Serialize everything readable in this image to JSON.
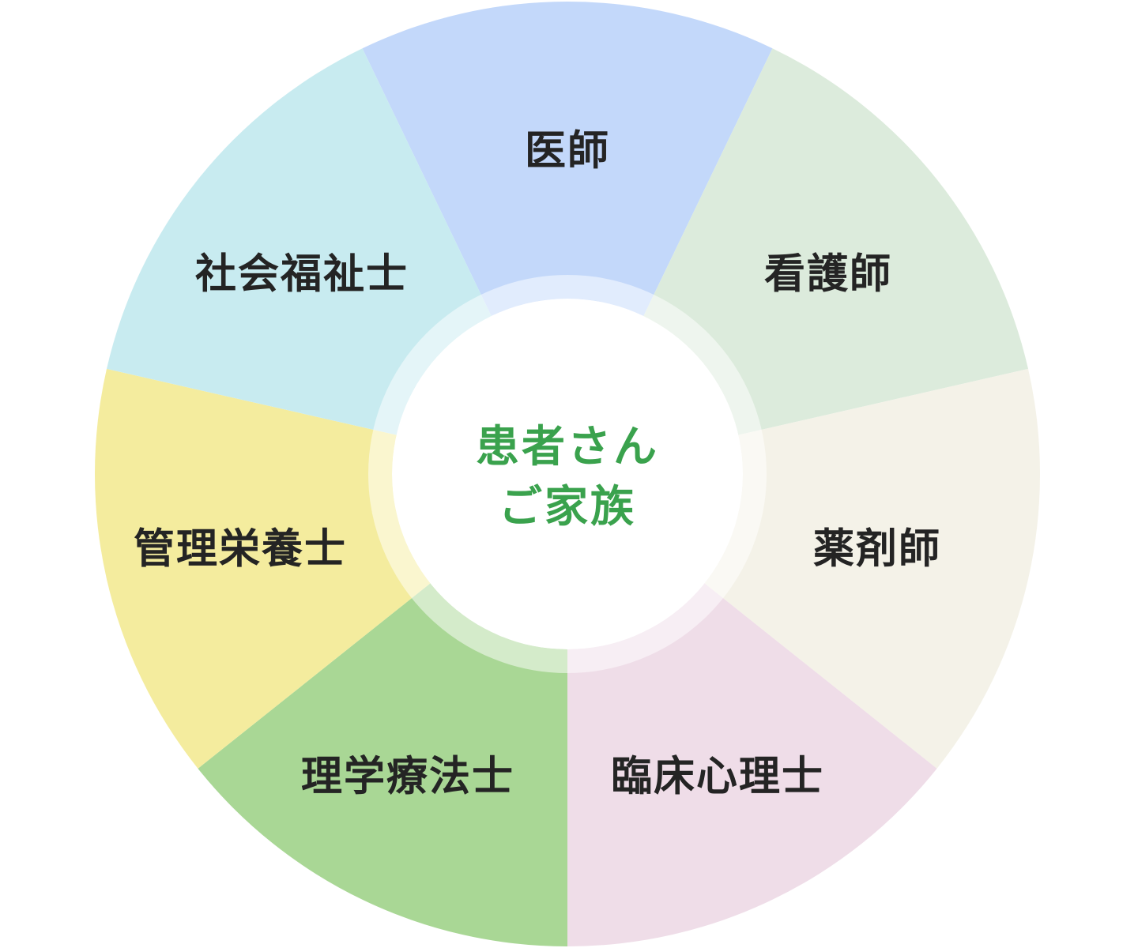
{
  "diagram": {
    "title_hidden": "",
    "background": "#ffffff",
    "label_color": "#242424",
    "halo_color": "rgba(255,255,255,0.5)",
    "center": {
      "line1": "患者さん",
      "line2": "ご家族",
      "text_color": "#3aa24d",
      "circle_color": "#ffffff"
    },
    "segments": [
      {
        "id": "doctor",
        "label": "医師",
        "color": "#c3d8fa"
      },
      {
        "id": "nurse",
        "label": "看護師",
        "color": "#dcebdc"
      },
      {
        "id": "pharmacist",
        "label": "薬剤師",
        "color": "#f4f2e8"
      },
      {
        "id": "clinical-psychologist",
        "label": "臨床心理士",
        "color": "#efdde8"
      },
      {
        "id": "physical-therapist",
        "label": "理学療法士",
        "color": "#a9d795"
      },
      {
        "id": "dietitian",
        "label": "管理栄養士",
        "color": "#f4ec9e"
      },
      {
        "id": "social-worker",
        "label": "社会福祉士",
        "color": "#c8ebf0"
      }
    ]
  }
}
